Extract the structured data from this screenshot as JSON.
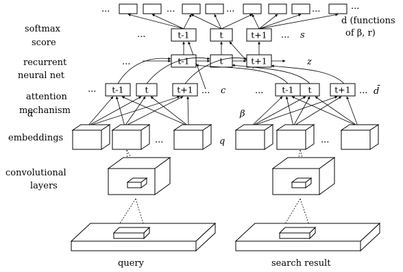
{
  "layers": {
    "softmax": [
      "softmax",
      "score"
    ],
    "rnn": [
      "recurrent",
      "neural net"
    ],
    "attention": [
      "attention",
      "mechanism"
    ],
    "embeddings": "embeddings",
    "conv": [
      "convolutional",
      "layers"
    ]
  },
  "symbols": {
    "s": "s",
    "z": "z",
    "c": "c",
    "dbar": "d̄",
    "q": "q",
    "alpha": "α",
    "beta": "β",
    "d_line1": "d (functions",
    "d_line2": "of β, r)"
  },
  "steps": {
    "prev": "t-1",
    "cur": "t",
    "next": "t+1"
  },
  "ellipsis": "...",
  "footer": {
    "query": "query",
    "search": "search result"
  }
}
